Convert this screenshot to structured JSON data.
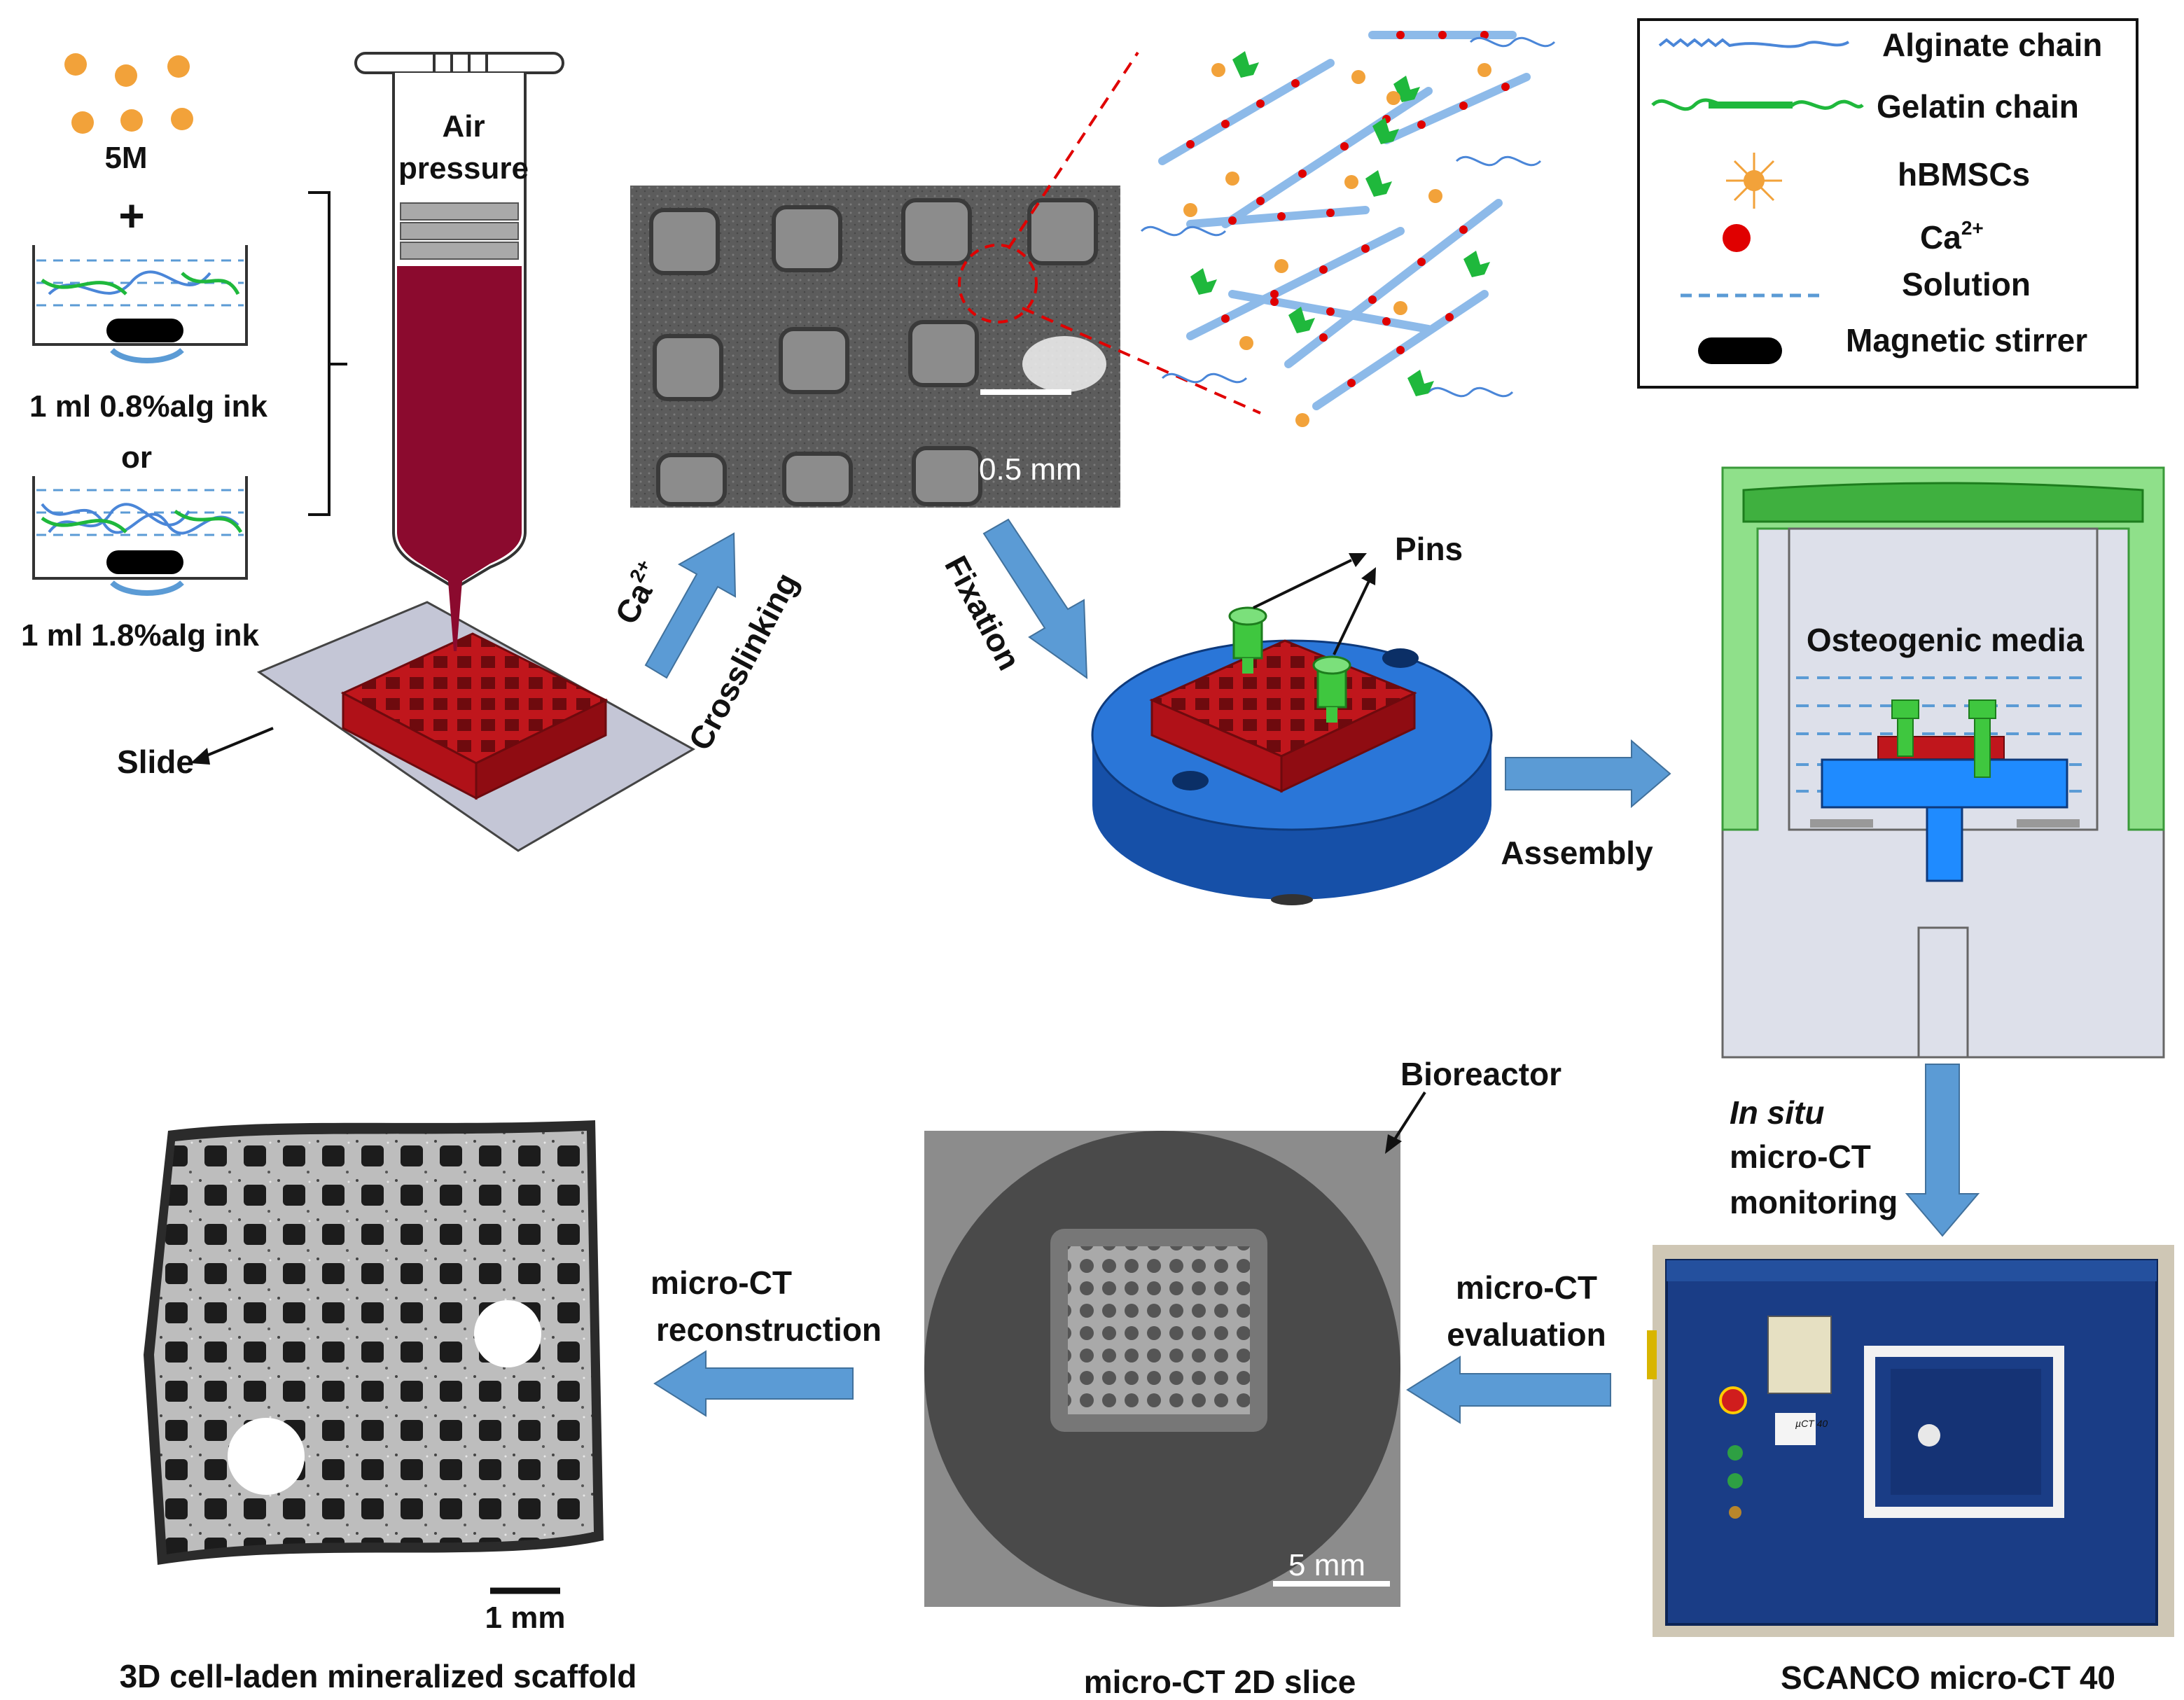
{
  "cells_label": "5M",
  "plus_sign": "+",
  "ink_low_label": "1 ml 0.8%alg ink",
  "or_label": "or",
  "ink_high_label": "1 ml 1.8%alg ink",
  "syringe_label_line1": "Air",
  "syringe_label_line2": "pressure",
  "slide_label": "Slide",
  "ca_label": "Ca",
  "ca_superscript": "2+",
  "crosslinking_label": "Crosslinking",
  "micrograph_scale": "0.5 mm",
  "fixation_label": "Fixation",
  "pins_label": "Pins",
  "assembly_label": "Assembly",
  "osteogenic_label": "Osteogenic media",
  "insitu_line1": "In situ",
  "insitu_line2": "micro-CT",
  "insitu_line3": "monitoring",
  "bioreactor_label": "Bioreactor",
  "scanner_caption": "SCANCO micro-CT 40",
  "scanner_badge": "µCT 40",
  "evaluation_line1": "micro-CT",
  "evaluation_line2": "evaluation",
  "slice_scale": "5 mm",
  "slice_caption": "micro-CT 2D slice",
  "reconstruction_line1": "micro-CT",
  "reconstruction_line2": "reconstruction",
  "scaffold_scale": "1 mm",
  "scaffold_caption": "3D cell-laden mineralized scaffold",
  "legend": {
    "alginate": "Alginate chain",
    "gelatin": "Gelatin chain",
    "cells": "hBMSCs",
    "calcium": "Ca",
    "calcium_sup": "2+",
    "solution": "Solution",
    "stirrer": "Magnetic stirrer"
  },
  "colors": {
    "arrow_blue": "#5b9bd5",
    "ink_crimson": "#8b0a2e",
    "scaffold_red": "#c0161c",
    "holder_blue": "#1f66c9",
    "pin_green": "#3fc73f",
    "reactor_green": "#8fe08a",
    "chamber_grey": "#dde0ea",
    "scanner_navy": "#1a3d86",
    "alginate_blue": "#4a86d8",
    "gelatin_green": "#1fb83c",
    "calcium_red": "#e00000",
    "cell_orange": "#f2a23a"
  }
}
